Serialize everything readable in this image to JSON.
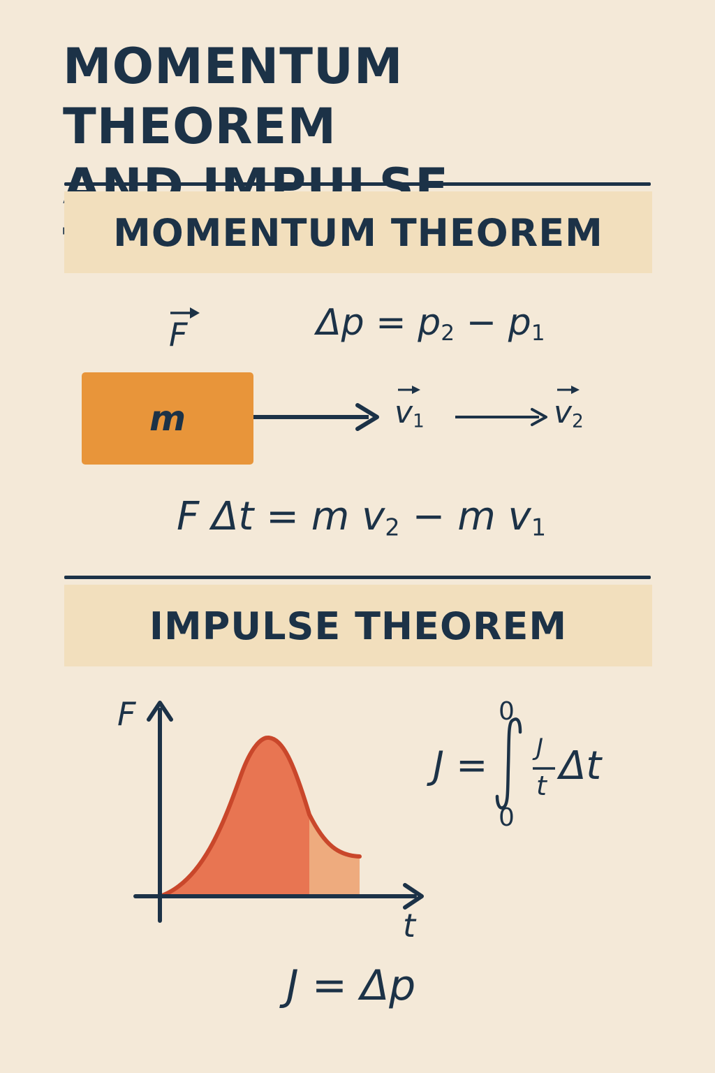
{
  "title": {
    "line1": "MOMENTUM THEOREM",
    "line2": "AND IMPULSE THEOREM"
  },
  "momentum_section": {
    "heading": "MOMENTUM THEOREM",
    "force_label": "F",
    "delta_p_equation": {
      "lhs": "Δp = p",
      "sub1": "2",
      "mid": " − p",
      "sub2": "1"
    },
    "mass_label": "m",
    "velocity1": {
      "symbol": "v",
      "sub": "1"
    },
    "velocity2": {
      "symbol": "v",
      "sub": "2"
    },
    "momentum_equation": {
      "part1": "F Δt = m v",
      "sub1": "2",
      "part2": " − m v",
      "sub2": "1"
    }
  },
  "impulse_section": {
    "heading": "IMPULSE THEOREM",
    "graph": {
      "y_axis_label": "F",
      "x_axis_label": "t"
    },
    "integral_equation": {
      "lhs": "J =",
      "upper_limit": "0",
      "lower_limit": "0",
      "numerator": "J",
      "denominator": "t",
      "tail": "Δt"
    },
    "impulse_equation": "J = Δp"
  },
  "colors": {
    "background": "#f4e9d8",
    "ink": "#1c3247",
    "band": "#f2dfbd",
    "mass_box": "#e8953a",
    "curve_fill": "#e87552",
    "curve_stroke": "#c9472b",
    "tail_fill": "#eeab7e"
  }
}
